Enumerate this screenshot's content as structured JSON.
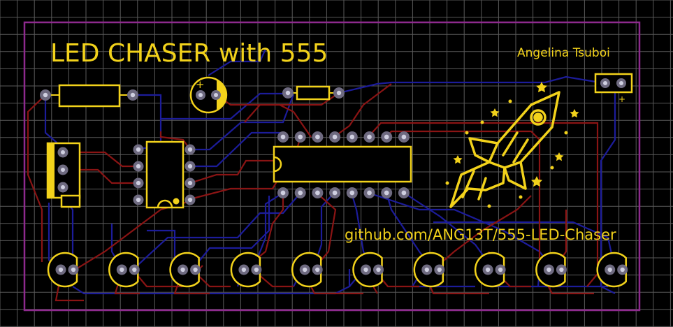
{
  "board": {
    "title": "LED CHASER with 555",
    "author": "Angelina Tsuboi",
    "url": "github.com/ANG13T/555-LED-Chaser",
    "power_polarity_label": "+",
    "cap_polarity_label": "+"
  },
  "colors": {
    "background": "#000000",
    "grid": "#5a5a5a",
    "outline": "#8e2a8e",
    "silkscreen": "#f2d21b",
    "pad_fill": "#6e6a80",
    "pad_hole": "#cfcfe0",
    "trace_top": "#8a1414",
    "trace_bottom": "#1c1c9a"
  },
  "components": {
    "resistor_left": "resistor",
    "capacitor": "electrolytic-capacitor",
    "resistor_right": "resistor",
    "connector_left": "3-pin-header",
    "ic_555": "8-pin-dip",
    "ic_4017": "16-pin-dip",
    "power_header": "2-pin-header",
    "leds_count": "10",
    "logo": "rocket-art"
  }
}
